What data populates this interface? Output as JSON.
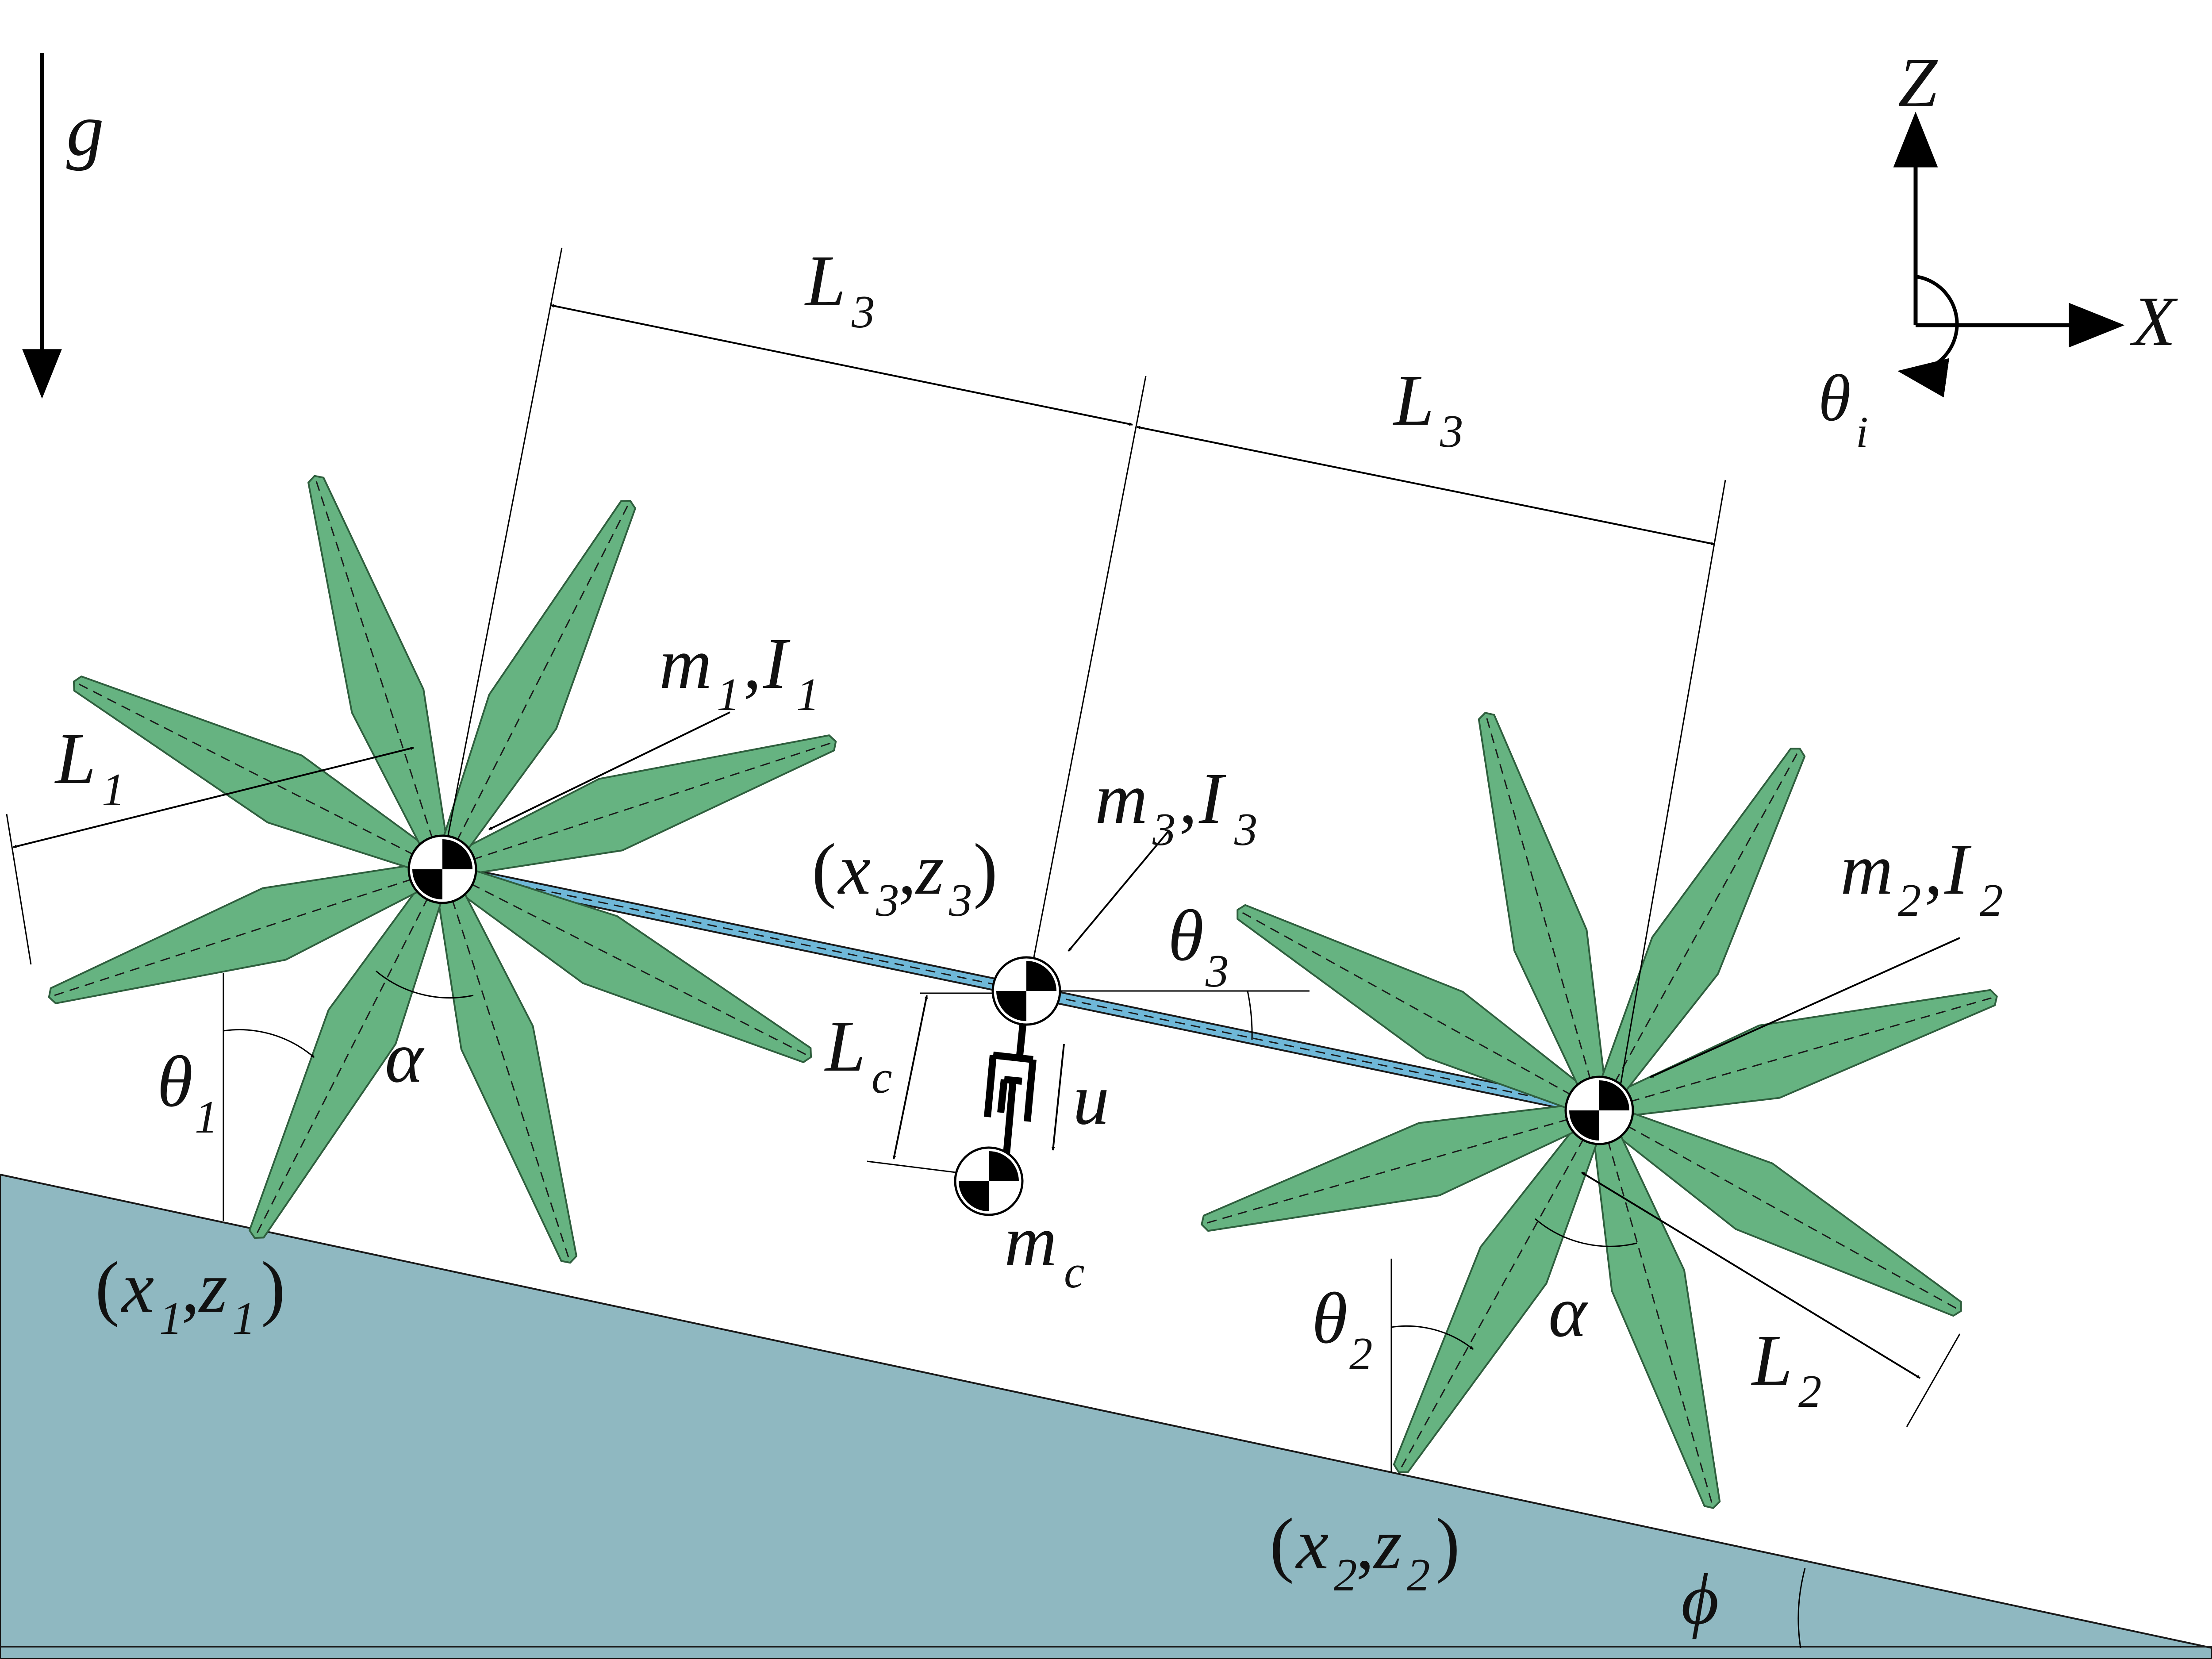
{
  "labels": {
    "gravity": "g",
    "axis_z": "Z",
    "axis_x": "X",
    "theta_i": "θ",
    "theta_i_sub": "i",
    "L1": "L",
    "L1_sub": "1",
    "L2": "L",
    "L2_sub": "2",
    "L3_left": "L",
    "L3_left_sub": "3",
    "L3_right": "L",
    "L3_right_sub": "3",
    "Lc": "L",
    "Lc_sub": "c",
    "m1": "m",
    "m1_sub": "1",
    "I1": "I",
    "I1_sub": "1",
    "m2": "m",
    "m2_sub": "2",
    "I2": "I",
    "I2_sub": "2",
    "m3": "m",
    "m3_sub": "3",
    "I3": "I",
    "I3_sub": "3",
    "mc": "m",
    "mc_sub": "c",
    "x3z3_x": "x",
    "x3z3_x_sub": "3",
    "x3z3_z": "z",
    "x3z3_z_sub": "3",
    "x1z1_x": "x",
    "x1z1_x_sub": "1",
    "x1z1_z": "z",
    "x1z1_z_sub": "1",
    "x2z2_x": "x",
    "x2z2_x_sub": "2",
    "x2z2_z": "z",
    "x2z2_z_sub": "2",
    "theta1": "θ",
    "theta1_sub": "1",
    "theta2": "θ",
    "theta2_sub": "2",
    "theta3": "θ",
    "theta3_sub": "3",
    "alpha_left": "α",
    "alpha_right": "α",
    "u": "u",
    "phi": "ϕ"
  },
  "colors": {
    "leg_fill": "#66b381",
    "leg_stroke": "#2f5f3e",
    "body_link": "#6fb8d8",
    "ground": "#8fb8c1",
    "ink": "#111111"
  },
  "wheels": {
    "leg_count": 8,
    "left_rotation_deg": -18,
    "right_rotation_deg": -16
  }
}
